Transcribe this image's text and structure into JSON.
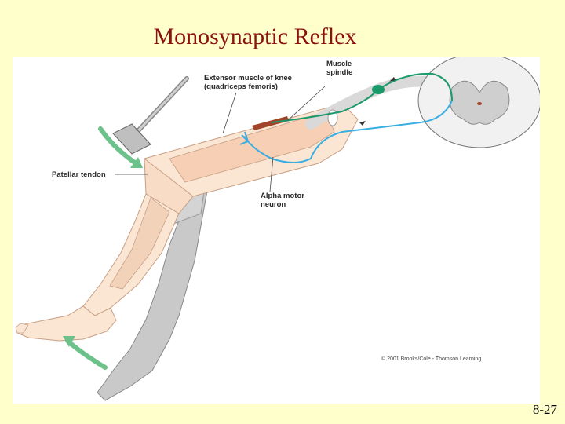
{
  "slide": {
    "title": "Monosynaptic Reflex",
    "number": "8-27"
  },
  "figure": {
    "labels": {
      "extensor_muscle_line1": "Extensor muscle of knee",
      "extensor_muscle_line2": "(quadriceps femoris)",
      "muscle_spindle_line1": "Muscle",
      "muscle_spindle_line2": "spindle",
      "patellar_tendon": "Patellar tendon",
      "alpha_motor_line1": "Alpha motor",
      "alpha_motor_line2": "neuron"
    },
    "copyright": "© 2001 Brooks/Cole - Thomson Learning"
  },
  "colors": {
    "title": "#8b1010",
    "background": "#ffffcc",
    "sensory_neuron": "#1a9a6a",
    "motor_neuron": "#3aaee0",
    "arrow": "#6cc28a",
    "skin": "#fbe6d4",
    "sock": "#c9c9c9"
  }
}
